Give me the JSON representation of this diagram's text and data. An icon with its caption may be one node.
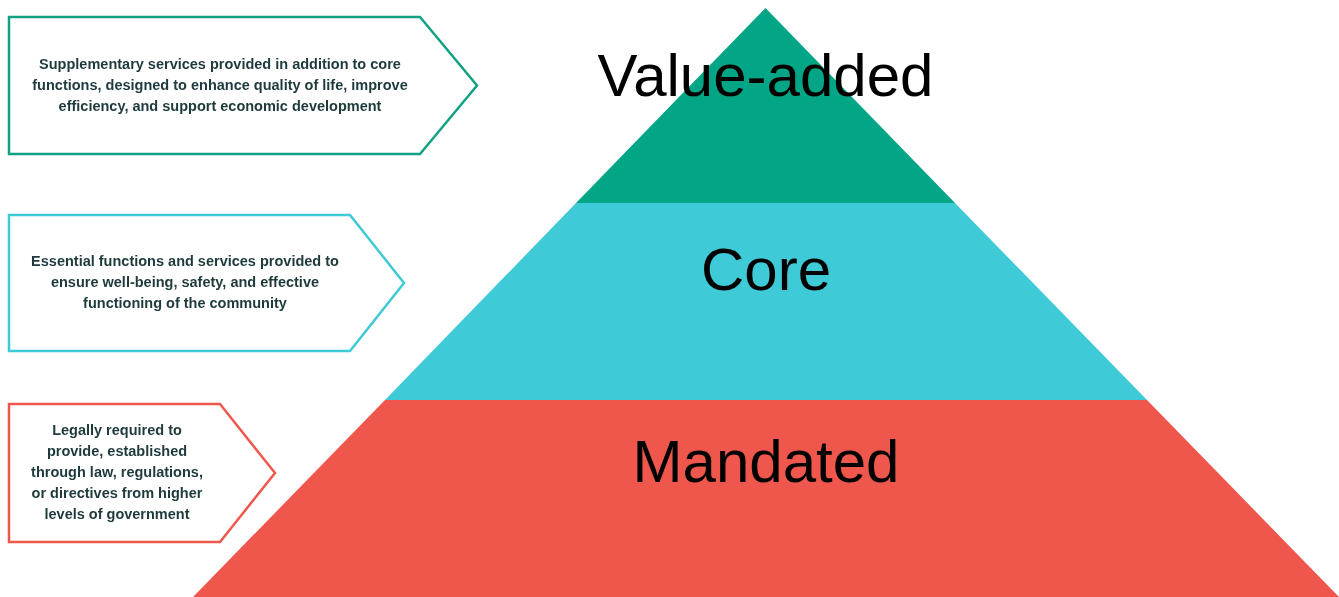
{
  "diagram": {
    "nodes": [
      {
        "text": [
          "Supplementary services provided in addition to core functions, designed to enhance quality of life, improve efficiency, and support economic development"
        ]
      },
      {
        "text": [
          "Value-added"
        ]
      },
      {
        "text": [
          "Essential functions and services provided to ensure well-being, safety, and effective functioning of the community"
        ]
      },
      {
        "text": [
          "Core"
        ]
      },
      {
        "text": [
          "Legally required to provide, established through law, regulations, or directives from higher levels of government"
        ]
      },
      {
        "text": [
          "Mandated"
        ]
      }
    ]
  }
}
